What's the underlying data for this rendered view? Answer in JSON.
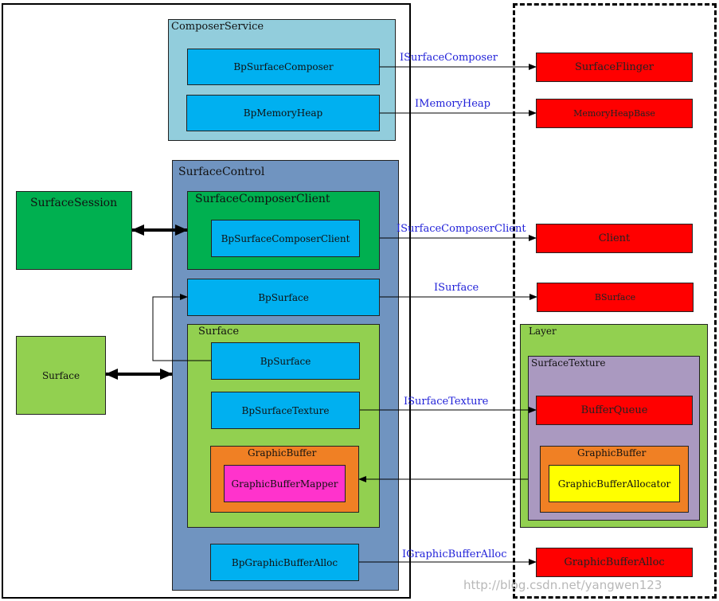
{
  "client_side": {
    "composer_service": {
      "title": "ComposerService",
      "bp_surface_composer": "BpSurfaceComposer",
      "bp_memory_heap": "BpMemoryHeap"
    },
    "surface_session": "SurfaceSession",
    "surface": "Surface",
    "surface_control": {
      "title": "SurfaceControl",
      "composer_client": {
        "title": "SurfaceComposerClient",
        "bp_client": "BpSurfaceComposerClient"
      },
      "bp_surface": "BpSurface",
      "inner_surface": {
        "title": "Surface",
        "bp_surface": "BpSurface",
        "bp_surface_texture": "BpSurfaceTexture",
        "graphic_buffer": {
          "title": "GraphicBuffer",
          "mapper": "GraphicBufferMapper"
        }
      },
      "bp_graphic_buffer_alloc": "BpGraphicBufferAlloc"
    }
  },
  "server_side": {
    "surface_flinger": "SurfaceFlinger",
    "memory_heap_base": "MemoryHeapBase",
    "client": "Client",
    "bsurface": "BSurface",
    "layer": {
      "title": "Layer",
      "surface_texture": {
        "title": "SurfaceTexture",
        "buffer_queue": "BufferQueue",
        "graphic_buffer": {
          "title": "GraphicBuffer",
          "allocator": "GraphicBufferAllocator"
        }
      }
    },
    "graphic_buffer_alloc": "GraphicBufferAlloc"
  },
  "interfaces": {
    "surface_composer": "ISurfaceComposer",
    "memory_heap": "IMemoryHeap",
    "surface_composer_client": "ISurfaceComposerClient",
    "surface": "ISurface",
    "surface_texture": "ISurfaceTexture",
    "graphic_buffer_alloc": "IGraphicBufferAlloc"
  },
  "watermark": "http://blog.csdn.net/yangwen123",
  "colors": {
    "composer_service": "#92cddc",
    "surface_control": "#7094c0",
    "green_dark": "#00b050",
    "green_light": "#92d050",
    "blue": "#00b0f0",
    "orange": "#f08024",
    "magenta": "#ff33cc",
    "red": "#ff0000",
    "yellow": "#ffff00",
    "lavender": "#aa99c0",
    "interface_text": "#1f1fd8"
  }
}
